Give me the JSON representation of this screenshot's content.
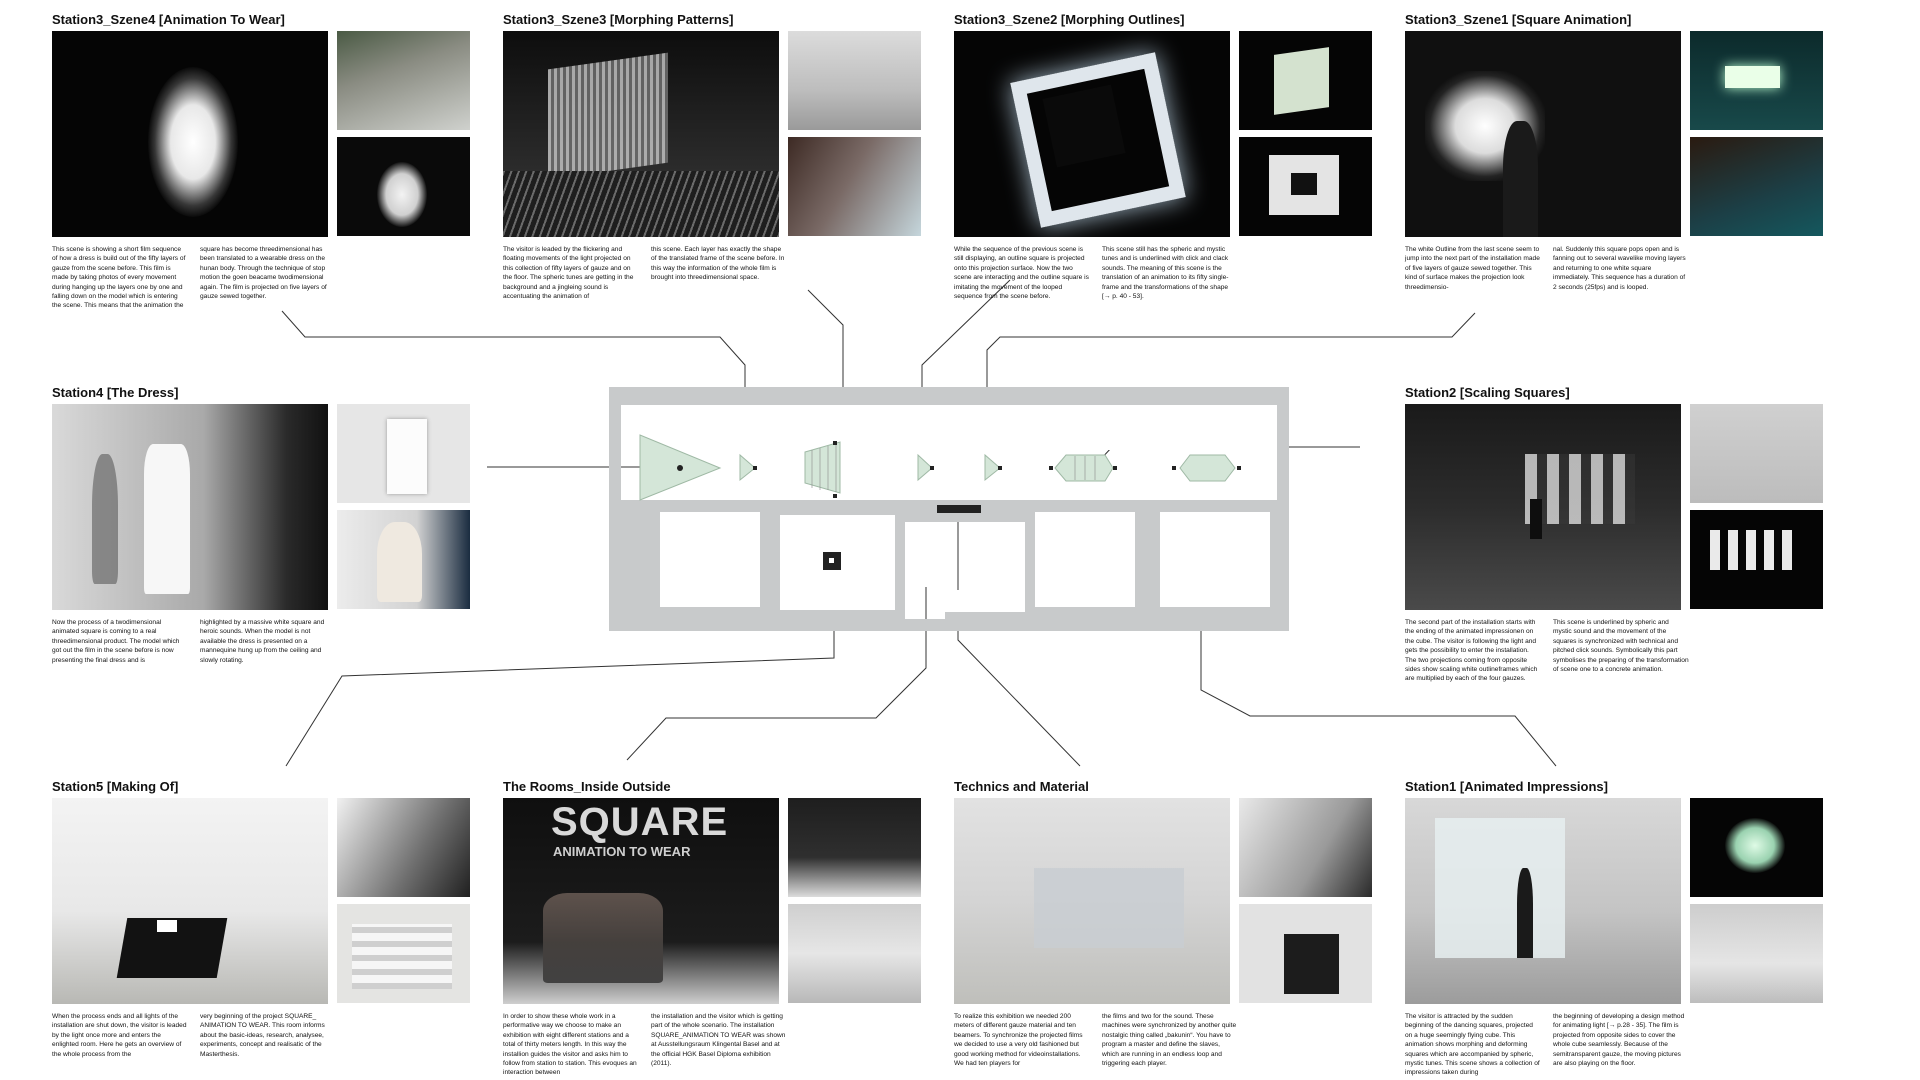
{
  "stations": [
    {
      "title": "Station3_Szene4 [Animation To Wear]",
      "col1": "This scene is showing a short film sequence of how a dress is build out of the fifty layers of gauze from the scene before. This film is made by taking photos of every movement during hanging up the layers one by one and falling down on the model which is entering the scene. This means that the animation the",
      "col2": "square has become threedimensional has been translated to a wearable dress on the hunan body. Through the technique of stop motion the goen beacame twodimensional again. The film is projected on five layers of gauze sewed together."
    },
    {
      "title": "Station3_Szene3 [Morphing Patterns]",
      "col1": "The visitor is leaded by the flickering and floating movements of the light projected on this collection of fifty layers of gauze and on the floor. The spheric tunes are getting in the background and a jingleing sound is accentuating the animation of",
      "col2": "this scene. Each layer has exactly the shape of the translated frame of the scene before. In this way the information of the whole film is brought into threedimensional space."
    },
    {
      "title": "Station3_Szene2 [Morphing Outlines]",
      "col1": "While the sequence of the previous scene is still displaying, an outline square is projected onto this projection surface. Now the two scene are interacting and the outline square is imitating the movement of the looped sequence from the scene before.",
      "col2": "This scene still has the spheric and mystic tunes and is underlined with click and clack sounds. The meaning of this scene is the translation of an animation to its fifty single-frame and the transformations of the shape [→ p. 40 - 53]."
    },
    {
      "title": "Station3_Szene1 [Square Animation]",
      "col1": "The white Outline from the last scene seem to jump into the next part of the installation made of five layers of gauze sewed together. This kind of surface makes the projection look threedimensio-",
      "col2": "nal. Suddenly this square pops open and is fanning out to several wavelike moving layers and returning to one white square immediately. This sequence has a duration of 2 seconds (25fps) and is looped."
    },
    {
      "title": "Station4 [The Dress]",
      "col1": "Now the process of a twodimensional animated square is coming to a real threedimensional product. The model which got out the film in the scene before is now presenting the final dress and is",
      "col2": "highlighted by a massive white square and heroic sounds. When the model is not available the dress is presented on a mannequine hung up from the ceiling and slowly rotating."
    },
    {
      "title": "Station2 [Scaling Squares]",
      "col1": "The second part of the installation starts with the ending of the animated impressionen on the cube. The visitor is following the light and gets the possibility to enter the installation. The two projections coming from opposite sides show scaling white outlineframes which are multiplied by each of the four gauzes.",
      "col2": "This scene is underlined by spheric and mystic sound and the movement of the squares is synchronized with technical and pitched click sounds. Symbolically this part symbolises the preparing of the transformation of scene one to a concrete animation."
    },
    {
      "title": "Station5 [Making Of]",
      "col1": "When the process ends and all lights of the installation are shut down, the visitor is leaded by the light once more and enters the enlighted room. Here he gets an overview of the whole process from the",
      "col2": "very beginning of the project SQUARE_ ANIMATION TO WEAR. This room informs about the basic-ideas, research, analysee, experiments, concept and realisatic of the Masterthesis."
    },
    {
      "title": "The Rooms_Inside Outside",
      "col1": "In order to show these whole work in a performative way we choose to make an exhibition with eight different stations and a total of thirty meters length. In this way the installion guides the visitor and asks him to follow from station to station. This evoques an interaction between",
      "col2": "the installation and the visitor which is getting part of the whole scenario. The installation SQUARE_ANIMATION TO WEAR was shown at Ausstellungsraum Klingental Basel and at the official HGK Basel Diploma exhibition (2011)."
    },
    {
      "title": "Technics and Material",
      "col1": "To realize this exhibition we needed 200 meters of different gauze material and ten beamers. To synchronize the projected films we decided to use a very old fashioned but good working method for videoinstallations. We had ten players for",
      "col2": "the films and two for the sound. These machines were synchronized by another quite nostalgic thing called „bakunin“. You have to program a master and define the slaves, which are running in an endless loop and triggering each player."
    },
    {
      "title": "Station1 [Animated Impressions]",
      "col1": "The visitor is attracted by the sudden beginning of the dancing squares, projected on a huge seemingly flying cube. This animation shows morphing and deforming squares which are accompanied by spheric, mystic tunes. This scene shows a collection of impressions taken during",
      "col2": "the beginning of developing a design method for animating light [→ p.28 - 35]. The film is projected from opposite sides to cover the whole cube seamlessly. Because of the semitransparent gauze, the moving pictures are also playing on the floor."
    }
  ],
  "photo_texts": {
    "square_title": "SQUARE",
    "square_subtitle": "ANIMATION TO WEAR"
  },
  "colors": {
    "floorplan_wall": "#c8cacb",
    "projection_green": "#d4e6d8",
    "marker": "#222222"
  }
}
